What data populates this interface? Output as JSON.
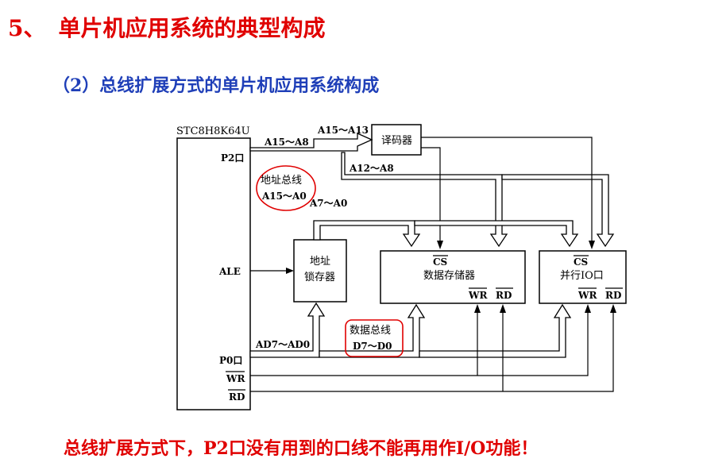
{
  "title": {
    "number": "5、",
    "text": "单片机应用系统的典型构成"
  },
  "subtitle": "（2）总线扩展方式的单片机应用系统构成",
  "footer": "总线扩展方式下，P2口没有用到的口线不能再用作I/O功能！",
  "diagram": {
    "mcu": {
      "name": "STC8H8K64U",
      "pins": {
        "p2": "P2口",
        "ale": "ALE",
        "p0": "P0口",
        "wr": "WR",
        "rd": "RD"
      }
    },
    "decoder": "译码器",
    "latch": [
      "地址",
      "锁存器"
    ],
    "memory": {
      "cs": "CS",
      "name": "数据存储器",
      "wr": "WR",
      "rd": "RD"
    },
    "io": {
      "cs": "CS",
      "name": "并行IO口",
      "wr": "WR",
      "rd": "RD"
    },
    "signals": {
      "a15_a8": "A15～A8",
      "a15_a13": "A15～A13",
      "a12_a8": "A12～A8",
      "a7_a0": "A7～A0",
      "ad7_ad0": "AD7～AD0"
    },
    "annotations": {
      "address_bus": [
        "地址总线",
        "A15～A0"
      ],
      "data_bus": [
        "数据总线",
        "D7～D0"
      ]
    },
    "colors": {
      "title": "#e00000",
      "subtitle": "#1f3fb8",
      "annotation_oval": "#e00000"
    }
  }
}
